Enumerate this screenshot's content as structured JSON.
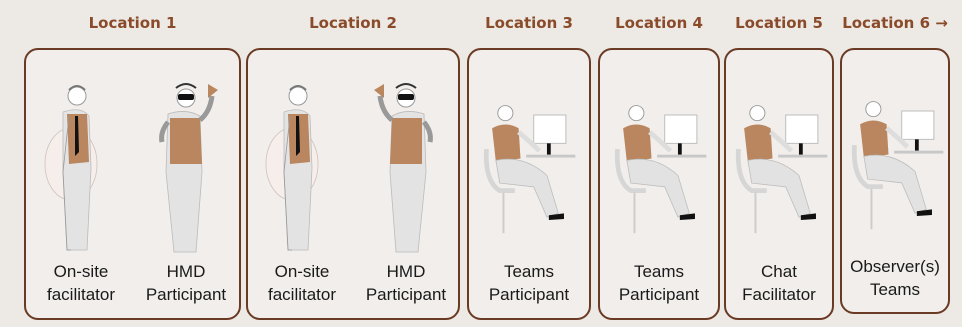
{
  "locations": [
    {
      "title": "Location 1",
      "people": [
        {
          "line1": "On-site",
          "line2": "facilitator"
        },
        {
          "line1": "HMD",
          "line2": "Participant"
        }
      ]
    },
    {
      "title": "Location 2",
      "people": [
        {
          "line1": "On-site",
          "line2": "facilitator"
        },
        {
          "line1": "HMD",
          "line2": "Participant"
        }
      ]
    },
    {
      "title": "Location 3",
      "people": [
        {
          "line1": "Teams",
          "line2": "Participant"
        }
      ]
    },
    {
      "title": "Location 4",
      "people": [
        {
          "line1": "Teams",
          "line2": "Participant"
        }
      ]
    },
    {
      "title": "Location 5",
      "people": [
        {
          "line1": "Chat",
          "line2": "Facilitator"
        }
      ]
    },
    {
      "title": "Location 6 →",
      "people": [
        {
          "line1": "Observer(s)",
          "line2": "Teams"
        }
      ]
    }
  ],
  "colors": {
    "title": "#8a4b2a",
    "border": "#6b3a24",
    "vest": "#b9865f",
    "background": "#ede9e5"
  },
  "icon_names": [
    "standing-person-icon",
    "hmd-person-icon",
    "seated-computer-person-icon"
  ]
}
